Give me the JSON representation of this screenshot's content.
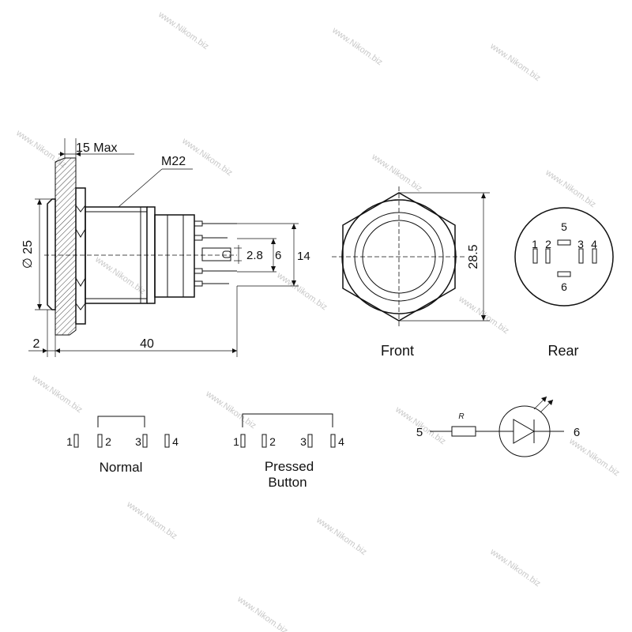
{
  "watermark": "www.Nikom.biz",
  "side_view": {
    "dim_max_depth": "15 Max",
    "dim_thread": "M22",
    "dim_diameter": "∅ 25",
    "dim_flange": "2",
    "dim_length": "40",
    "dim_terminal_width": "2.8",
    "dim_terminal_pitch": "6",
    "dim_terminal_span": "14"
  },
  "front_view": {
    "label": "Front",
    "dim_across_corners": "28.5"
  },
  "rear_view": {
    "label": "Rear",
    "pins": [
      "1",
      "2",
      "3",
      "4",
      "5",
      "6"
    ]
  },
  "contacts": {
    "normal": {
      "label": "Normal",
      "pins": [
        "1",
        "2",
        "3",
        "4"
      ]
    },
    "pressed": {
      "label_line1": "Pressed",
      "label_line2": "Button",
      "pins": [
        "1",
        "2",
        "3",
        "4"
      ]
    }
  },
  "led_circuit": {
    "terminal_left": "5",
    "terminal_right": "6",
    "resistor_label": "R"
  }
}
